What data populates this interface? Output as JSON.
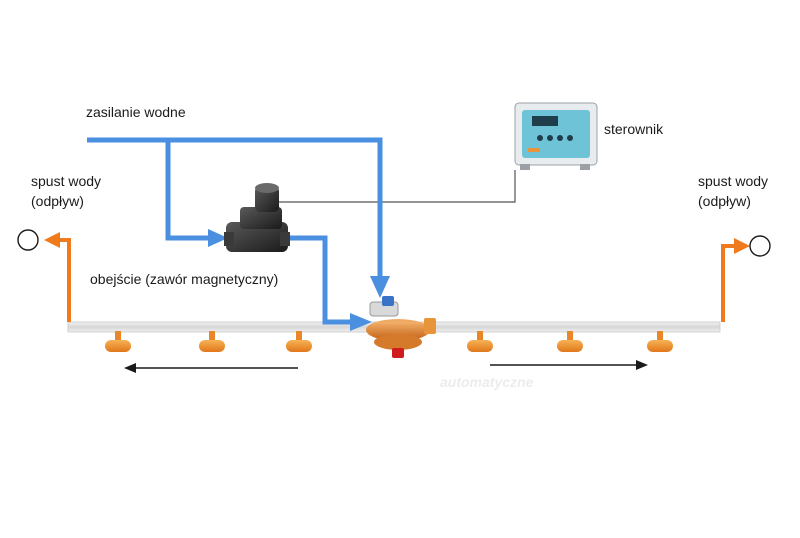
{
  "labels": {
    "water_supply": "zasilanie wodne",
    "controller": "sterownik",
    "drain_left_line1": "spust wody",
    "drain_left_line2": "(odpływ)",
    "drain_right_line1": "spust wody",
    "drain_right_line2": "(odpływ)",
    "bypass": "obejście (zawór magnetyczny)",
    "faded_caption": "automatyczne"
  },
  "colors": {
    "supply_line": "#4a8fe0",
    "drain_line": "#f07a1e",
    "pipe": "#dcdcdc",
    "drinker": "#f39a2c",
    "valve_body": "#2a2a2a",
    "regulator": "#e8943a",
    "controller_panel": "#6fc3d6"
  },
  "icons": {
    "drain_left": "circle-outlet-icon",
    "drain_right": "circle-outlet-icon",
    "solenoid": "solenoid-valve-icon",
    "regulator": "pressure-regulator-icon",
    "controller": "controller-box-icon"
  }
}
